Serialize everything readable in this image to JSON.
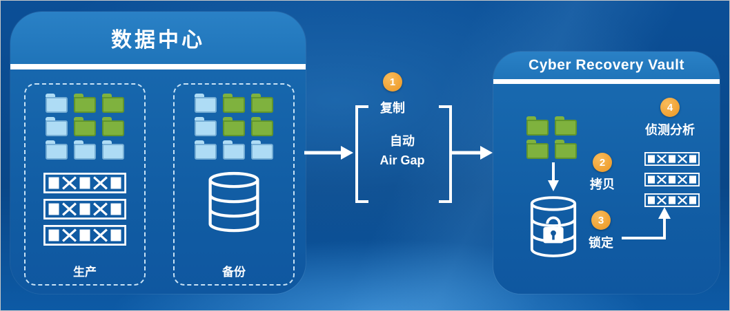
{
  "colors": {
    "accent_orange": "#F0A132",
    "folder_green": "#7FB23E",
    "folder_blue": "#AEDCF5",
    "panel_blue": "#1467AE",
    "background_blue": "#0A4A8F",
    "white": "#FFFFFF"
  },
  "datacenter": {
    "title": "数据中心",
    "production": {
      "label": "生产",
      "folders": [
        "blue",
        "green",
        "green",
        "blue",
        "green",
        "green",
        "blue",
        "blue",
        "blue"
      ],
      "storage_rows": 3
    },
    "backup": {
      "label": "备份",
      "folders": [
        "blue",
        "green",
        "green",
        "blue",
        "green",
        "green",
        "blue",
        "blue",
        "blue"
      ]
    }
  },
  "flow": {
    "step1": {
      "number": "1",
      "label": "复制"
    },
    "airgap": {
      "line1": "自动",
      "line2": "Air Gap"
    }
  },
  "vault": {
    "title": "Cyber Recovery Vault",
    "folders": [
      "green",
      "green",
      "green",
      "green"
    ],
    "step2": {
      "number": "2",
      "label": "拷贝"
    },
    "step3": {
      "number": "3",
      "label": "锁定"
    },
    "step4": {
      "number": "4",
      "label": "侦测分析"
    },
    "storage_rows": 3
  }
}
